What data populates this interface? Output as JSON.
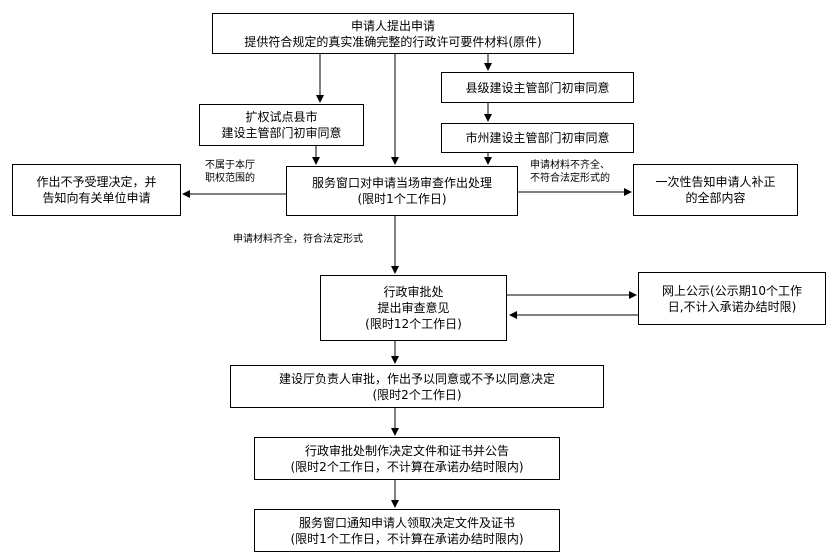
{
  "nodes": {
    "apply": {
      "line1": "申请人提出申请",
      "line2": "提供符合规定的真实准确完整的行政许可要件材料(原件)"
    },
    "county_review": {
      "line1": "县级建设主管部门初审同意"
    },
    "city_review": {
      "line1": "市州建设主管部门初审同意"
    },
    "pilot_review": {
      "line1": "扩权试点县市",
      "line2": "建设主管部门初审同意"
    },
    "window_process": {
      "line1": "服务窗口对申请当场审查作出处理",
      "line2": "(限时1个工作日)"
    },
    "reject": {
      "line1": "作出不予受理决定，并",
      "line2": "告知向有关单位申请"
    },
    "notify_correct": {
      "line1": "一次性告知申请人补正",
      "line2": "的全部内容"
    },
    "approval_office": {
      "line1": "行政审批处",
      "line2": "提出审查意见",
      "line3": "(限时12个工作日)"
    },
    "publicity": {
      "line1": "网上公示(公示期10个工作",
      "line2": "日,不计入承诺办结时限)"
    },
    "leader_approve": {
      "line1": "建设厅负责人审批，作出予以同意或不予以同意决定",
      "line2": "(限时2个工作日)"
    },
    "make_docs": {
      "line1": "行政审批处制作决定文件和证书并公告",
      "line2": "(限时2个工作日，不计算在承诺办结时限内)"
    },
    "collect_docs": {
      "line1": "服务窗口通知申请人领取决定文件及证书",
      "line2": "(限时1个工作日，不计算在承诺办结时限内)"
    }
  },
  "labels": {
    "out_of_scope": {
      "line1": "不属于本厅",
      "line2": "职权范围的"
    },
    "incomplete": {
      "line1": "申请材料不齐全、",
      "line2": "不符合法定形式的"
    },
    "complete": {
      "line1": "申请材料齐全，符合法定形式"
    }
  }
}
